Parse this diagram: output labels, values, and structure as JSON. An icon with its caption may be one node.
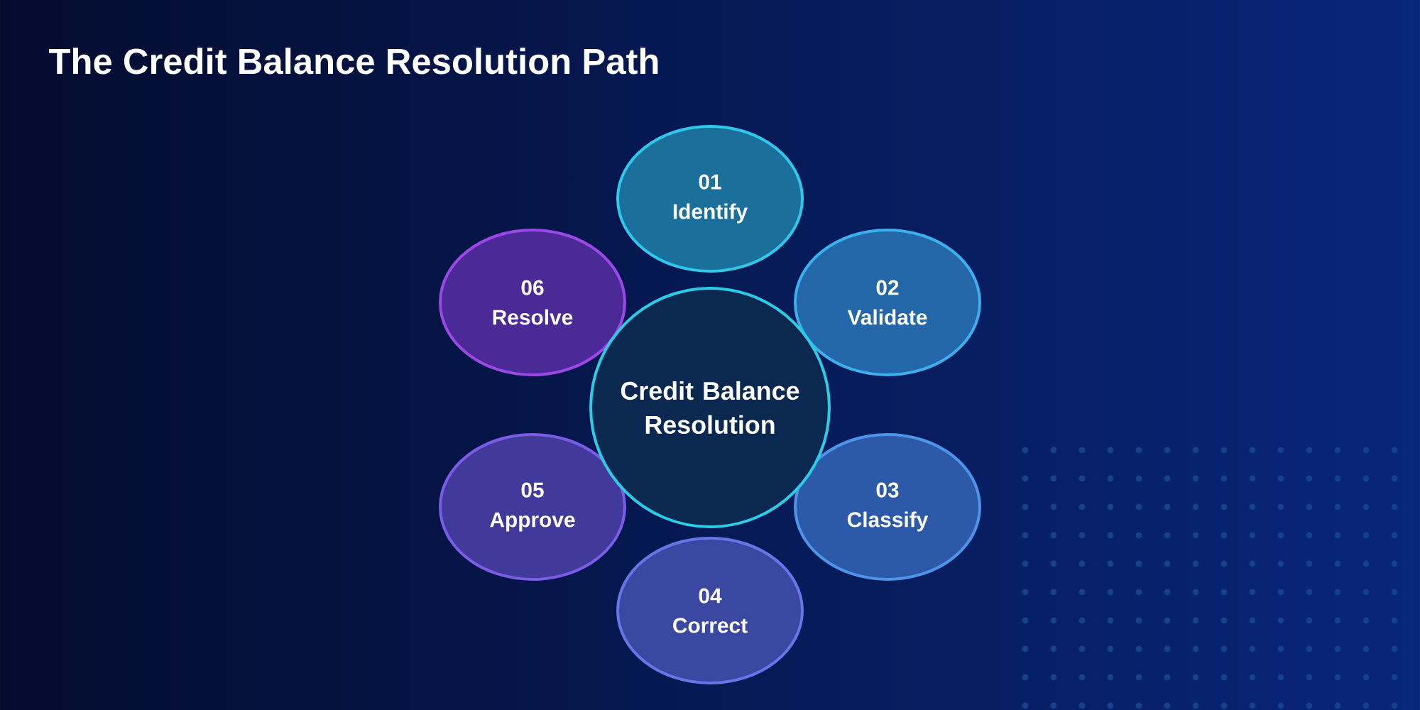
{
  "diagram": {
    "title": "The Credit Balance Resolution Path",
    "nodes": [
      {
        "text": [
          "Credit Balance Resolution"
        ]
      },
      {
        "text": [
          "01",
          "Identify"
        ]
      },
      {
        "text": [
          "02",
          "Validate"
        ]
      },
      {
        "text": [
          "03",
          "Classify"
        ]
      },
      {
        "text": [
          "04",
          "Correct"
        ]
      },
      {
        "text": [
          "05",
          "Approve"
        ]
      },
      {
        "text": [
          "06",
          "Resolve"
        ]
      }
    ]
  }
}
